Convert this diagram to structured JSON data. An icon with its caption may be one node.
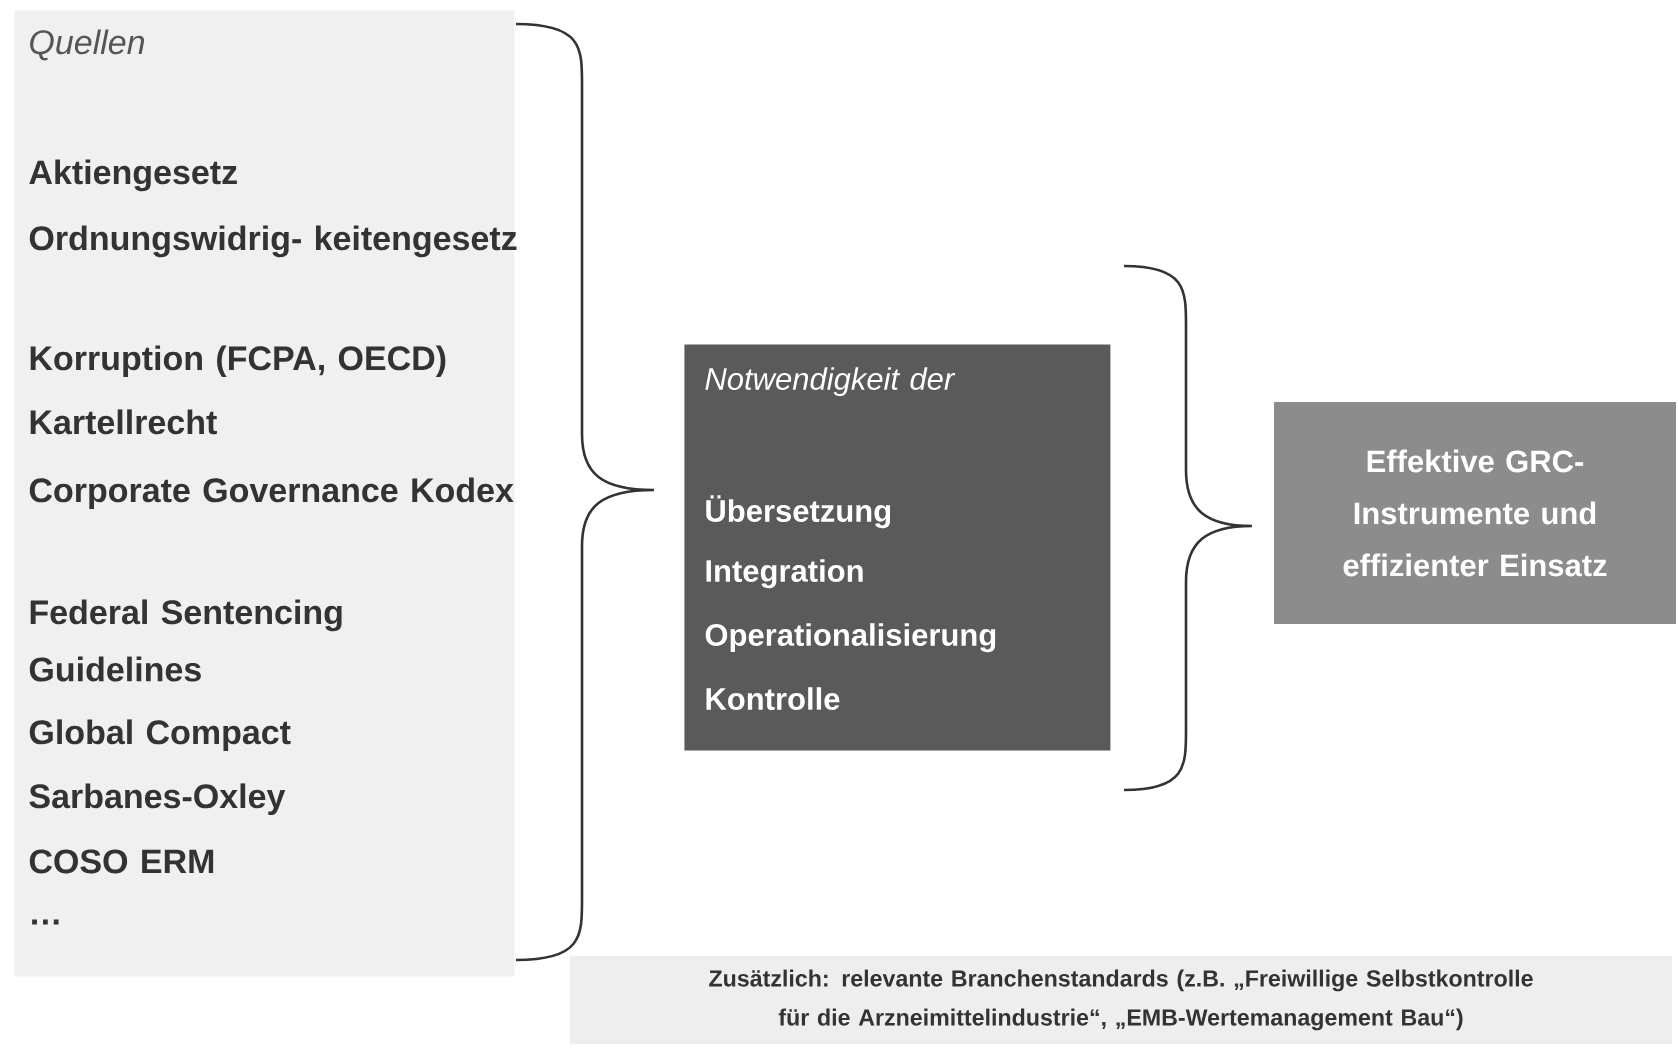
{
  "diagram": {
    "nodes": [
      {
        "text": [
          "Quellen",
          "Aktiengesetz",
          "Ordnungswidrig- keitengesetz",
          "Korruption (FCPA, OECD)",
          "Kartellrecht",
          "Corporate Governance Kodex",
          "Federal Sentencing Guidelines",
          "Global Compact",
          "Sarbanes-Oxley",
          "COSO ERM",
          "…"
        ]
      },
      {
        "text": [
          "Notwendigkeit der",
          "Übersetzung",
          "Integration",
          "Operationalisierung",
          "Kontrolle"
        ]
      },
      {
        "text": [
          "Effektive GRC-Instrumente und effizienter Einsatz"
        ]
      },
      {
        "text": [
          "Zusätzlich: relevante Branchenstandards (z.B. „Freiwillige Selbstkontrolle für die Arzneimittelindustrie“, „EMB-Wertemanagement Bau“)"
        ]
      }
    ]
  }
}
